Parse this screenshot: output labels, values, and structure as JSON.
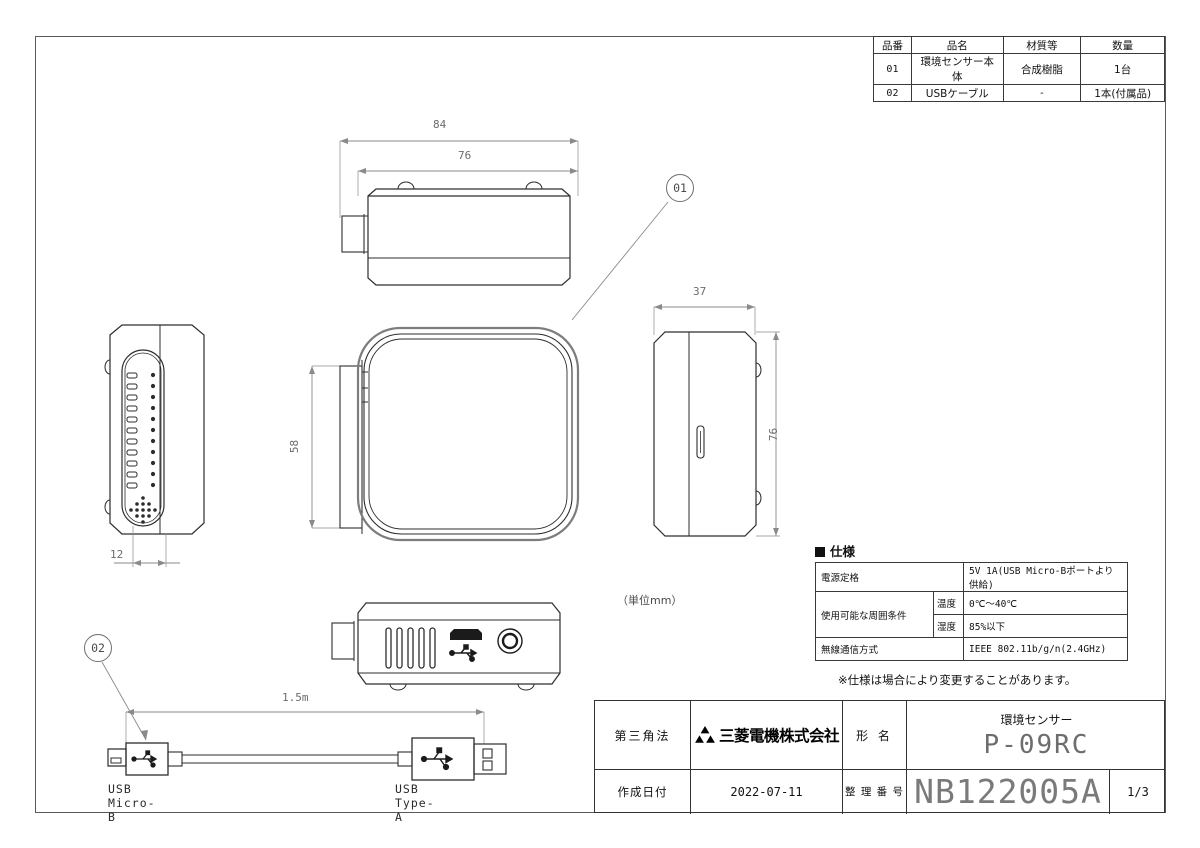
{
  "sheet": {
    "unit_note": "（単位mm）"
  },
  "parts_table": {
    "headers": [
      "品番",
      "品名",
      "材質等",
      "数量"
    ],
    "rows": [
      {
        "no": "01",
        "name": "環境センサー本体",
        "material": "合成樹脂",
        "qty": "1台"
      },
      {
        "no": "02",
        "name": "USBケーブル",
        "material": "-",
        "qty": "1本(付属品)"
      }
    ]
  },
  "spec": {
    "heading": "仕様",
    "rows": [
      {
        "label": "電源定格",
        "sub": "",
        "value": "5V 1A(USB Micro-Bポートより供給)"
      },
      {
        "label": "使用可能な周囲条件",
        "sub": "温度",
        "value": "0℃～40℃"
      },
      {
        "label": "",
        "sub": "湿度",
        "value": "85%以下"
      },
      {
        "label": "無線通信方式",
        "sub": "",
        "value": "IEEE 802.11b/g/n(2.4GHz)"
      }
    ],
    "note": "※仕様は場合により変更することがあります。"
  },
  "title_block": {
    "projection_label": "第三角法",
    "company": "三菱電機株式会社",
    "model_label": "形 名",
    "product_name": "環境センサー",
    "product_model": "P-09RC",
    "date_label": "作成日付",
    "date_value": "2022-07-11",
    "drawing_no_label": "整 理 番 号",
    "drawing_no_value": "NB122005A",
    "page": "1/3"
  },
  "views": {
    "top": {
      "dim_outer": "84",
      "dim_inner": "76"
    },
    "left": {
      "dim_depth": "12"
    },
    "front": {
      "dim_height": "58",
      "callout": "01"
    },
    "right": {
      "dim_width": "37",
      "dim_height": "76"
    },
    "cable": {
      "callout": "02",
      "dim_length": "1.5m",
      "connector_left": "USB Micro-B",
      "connector_right": "USB Type-A"
    }
  }
}
